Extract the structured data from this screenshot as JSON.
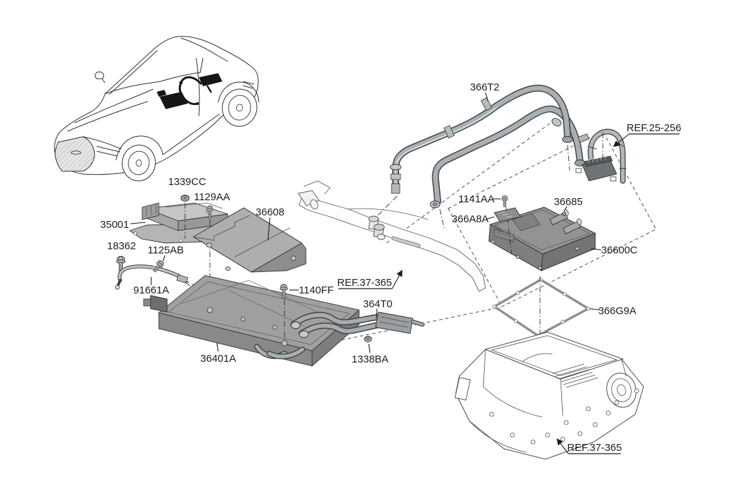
{
  "page": {
    "background": "#ffffff",
    "ink_color": "#2e2e2e",
    "label_color": "#1c1c1c",
    "part_fill_light": "#b8bcbe",
    "part_fill_mid": "#9aa0a3",
    "part_fill_dark": "#7d8285"
  },
  "diagram": {
    "type": "exploded-parts-diagram",
    "vehicle_inset": "coupe-front-three-quarter-line-art",
    "callouts": {
      "c_366t2": "366T2",
      "c_ref25": "REF.25-256",
      "c_1339cc": "1339CC",
      "c_1129aa": "1129AA",
      "c_36608": "36608",
      "c_35001": "35001",
      "c_18362": "18362",
      "c_1125ab": "1125AB",
      "c_1141aa": "1141AA",
      "c_36685": "36685",
      "c_366a8a": "366A8A",
      "c_36600c": "36600C",
      "c_91661a": "91661A",
      "c_1140ff": "1140FF",
      "c_ref37_mid": "REF.37-365",
      "c_364t0": "364T0",
      "c_366g9a": "366G9A",
      "c_36401a": "36401A",
      "c_1338ba": "1338BA",
      "c_ref37_bottom": "REF.37-365"
    }
  }
}
